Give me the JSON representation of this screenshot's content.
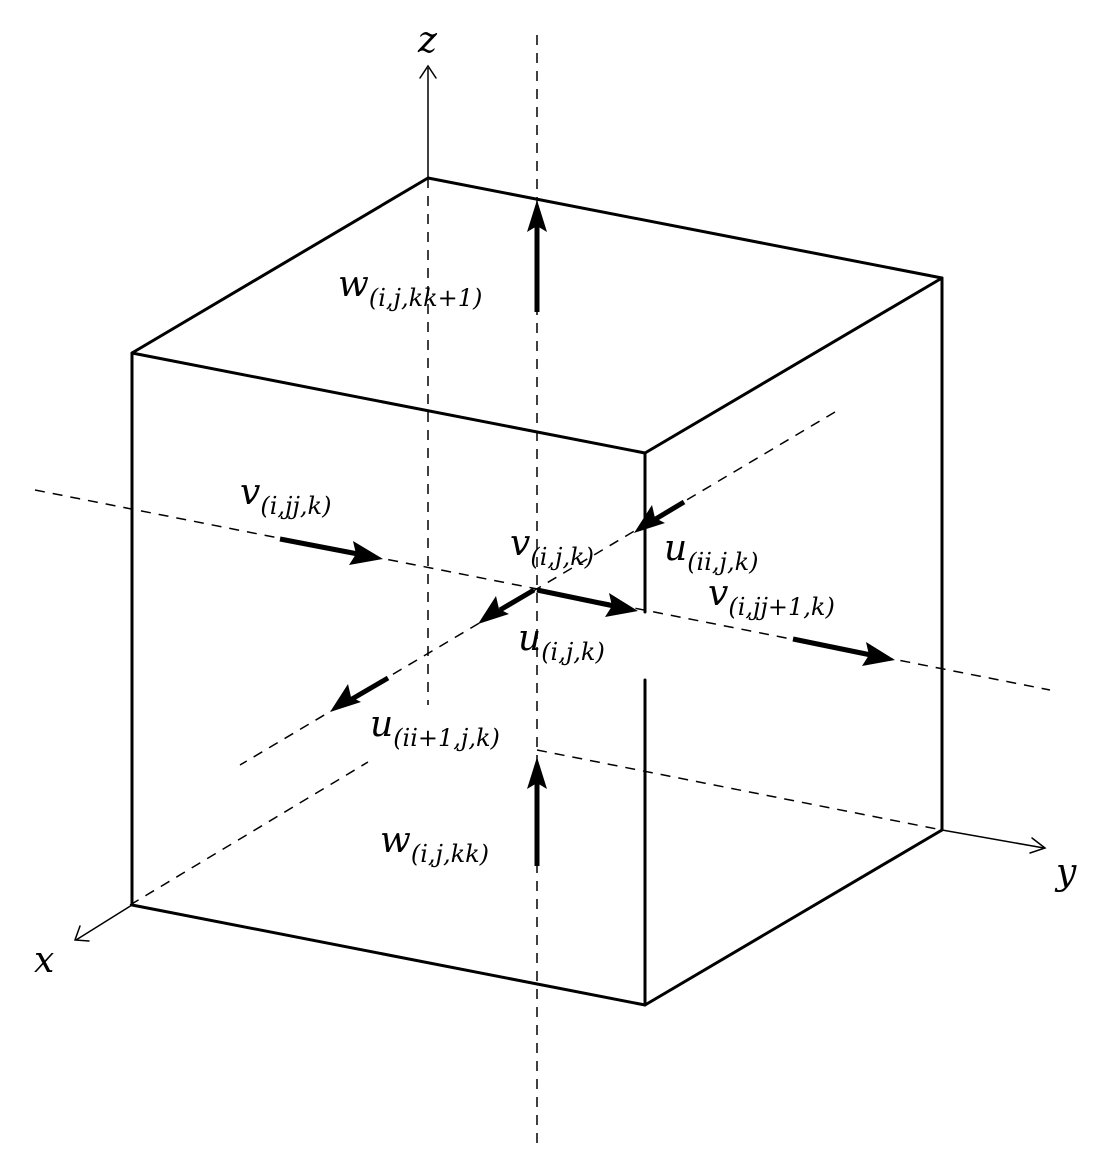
{
  "axes": {
    "x_label": "x",
    "y_label": "y",
    "z_label": "z"
  },
  "vectors": [
    {
      "id": "w_top",
      "symbol": "w",
      "subscript": "(i,j,kk+1)"
    },
    {
      "id": "v_left",
      "symbol": "v",
      "subscript": "(i,jj,k)"
    },
    {
      "id": "v_center",
      "symbol": "v",
      "subscript": "(i,j,k)"
    },
    {
      "id": "u_back",
      "symbol": "u",
      "subscript": "(ii,j,k)"
    },
    {
      "id": "v_right",
      "symbol": "v",
      "subscript": "(i,jj+1,k)"
    },
    {
      "id": "u_center",
      "symbol": "u",
      "subscript": "(i,j,k)"
    },
    {
      "id": "u_front",
      "symbol": "u",
      "subscript": "(ii+1,j,k)"
    },
    {
      "id": "w_bottom",
      "symbol": "w",
      "subscript": "(i,j,kk)"
    }
  ]
}
